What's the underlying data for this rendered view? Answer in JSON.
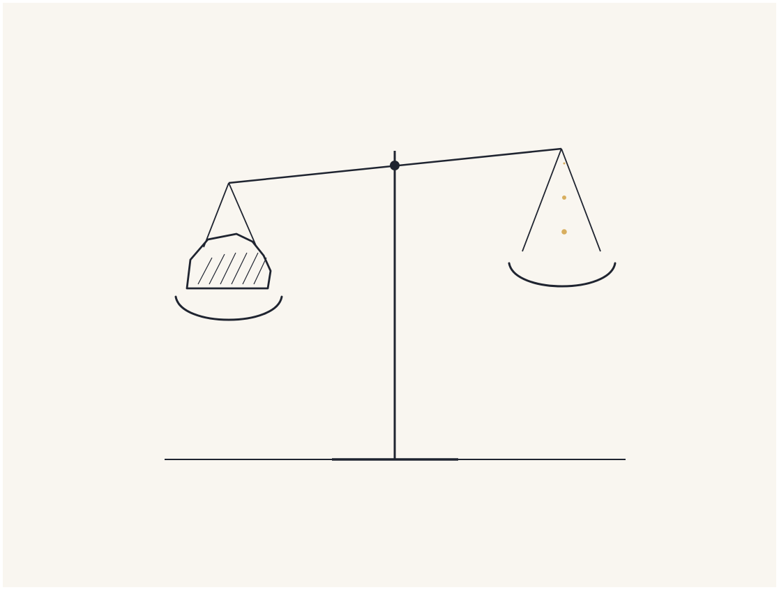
{
  "colors": {
    "background": "#f9f6f0",
    "ink": "#1f2430",
    "gold": "#d8ae5e"
  },
  "scene": {
    "left_pan_object": "rock-with-hatching",
    "right_pan_object": "three-gold-specks",
    "beam_tilt": "left-side-lower"
  }
}
